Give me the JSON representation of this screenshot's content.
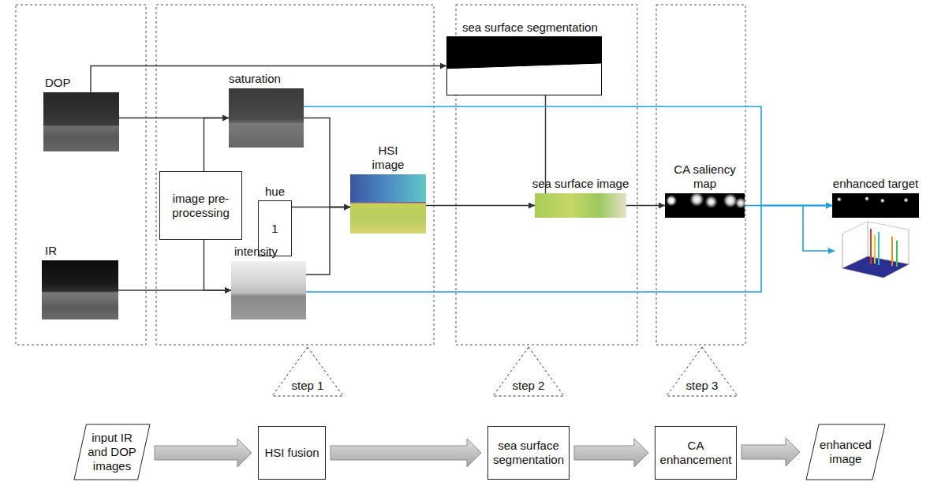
{
  "diagram": {
    "nodes": [
      {
        "text": [
          "DOP"
        ]
      },
      {
        "text": [
          "IR"
        ]
      },
      {
        "text": [
          "saturation"
        ]
      },
      {
        "text": [
          "image pre-processing"
        ]
      },
      {
        "text": [
          "hue",
          "1"
        ]
      },
      {
        "text": [
          "intensity"
        ]
      },
      {
        "text": [
          "HSI image"
        ]
      },
      {
        "text": [
          "sea surface segmentation"
        ]
      },
      {
        "text": [
          "sea surface image"
        ]
      },
      {
        "text": [
          "CA saliency map"
        ]
      },
      {
        "text": [
          "enhanced target"
        ]
      },
      {
        "text": [
          "step 1"
        ]
      },
      {
        "text": [
          "step 2"
        ]
      },
      {
        "text": [
          "step 3"
        ]
      },
      {
        "text": [
          "input IR and DOP images"
        ]
      },
      {
        "text": [
          "HSI fusion"
        ]
      },
      {
        "text": [
          "sea surface segmentation"
        ]
      },
      {
        "text": [
          "CA enhancement"
        ]
      },
      {
        "text": [
          "enhanced image"
        ]
      }
    ],
    "edges": [
      {
        "from": 0,
        "to": 7,
        "arrow": "to"
      },
      {
        "from": 0,
        "to": 2,
        "arrow": "to"
      },
      {
        "from": 3,
        "to": 2,
        "arrow": "to"
      },
      {
        "from": 1,
        "to": 5,
        "arrow": "to"
      },
      {
        "from": 3,
        "to": 5,
        "arrow": "to"
      },
      {
        "from": 4,
        "to": 6,
        "arrow": "to"
      },
      {
        "from": 2,
        "to": 6,
        "arrow": "to"
      },
      {
        "from": 5,
        "to": 6,
        "arrow": "to"
      },
      {
        "from": 6,
        "to": 8,
        "arrow": "to"
      },
      {
        "from": 7,
        "to": 8,
        "arrow": "to"
      },
      {
        "from": 8,
        "to": 9,
        "arrow": "to"
      },
      {
        "from": 2,
        "to": 10,
        "arrow": "to"
      },
      {
        "from": 5,
        "to": 10,
        "arrow": "to"
      },
      {
        "from": 9,
        "to": 10,
        "arrow": "to"
      },
      {
        "from": 14,
        "to": 15,
        "arrow": "to"
      },
      {
        "from": 15,
        "to": 16,
        "arrow": "to"
      },
      {
        "from": 16,
        "to": 17,
        "arrow": "to"
      },
      {
        "from": 17,
        "to": 18,
        "arrow": "to"
      }
    ]
  }
}
